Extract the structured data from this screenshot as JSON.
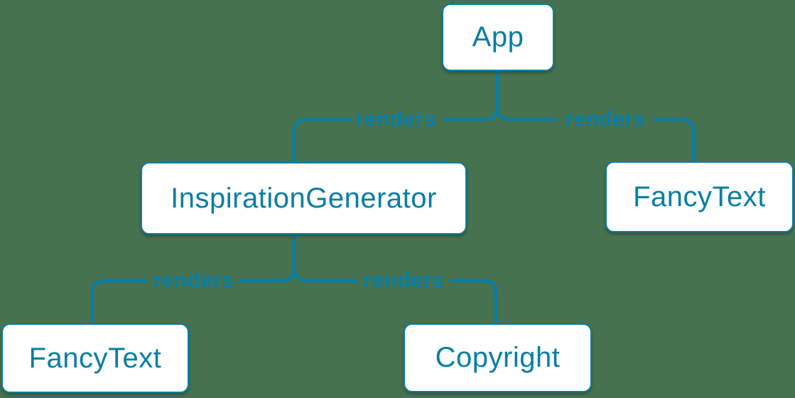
{
  "diagram": {
    "colors": {
      "background": "#477250",
      "accent": "#087EA4",
      "node_fill": "#FFFFFF"
    },
    "nodes": {
      "app": {
        "label": "App"
      },
      "inspiration_generator": {
        "label": "InspirationGenerator"
      },
      "fancy_text_top": {
        "label": "FancyText"
      },
      "fancy_text_bottom": {
        "label": "FancyText"
      },
      "copyright": {
        "label": "Copyright"
      }
    },
    "edges": [
      {
        "from": "app",
        "to": "inspiration_generator",
        "label": "renders"
      },
      {
        "from": "app",
        "to": "fancy_text_top",
        "label": "renders"
      },
      {
        "from": "inspiration_generator",
        "to": "fancy_text_bottom",
        "label": "renders"
      },
      {
        "from": "inspiration_generator",
        "to": "copyright",
        "label": "renders"
      }
    ]
  }
}
